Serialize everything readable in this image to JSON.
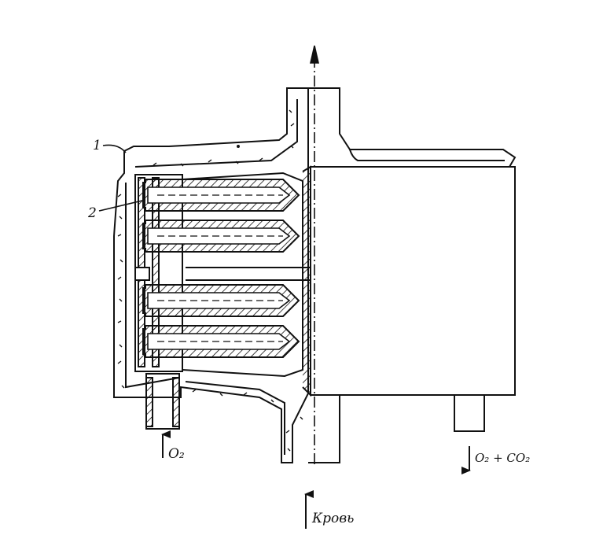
{
  "labels": {
    "callout_1": "1",
    "callout_2": "2",
    "inlet_oxygen": "O₂",
    "outlet_gas": "O₂ + CO₂",
    "blood": "Кровь"
  },
  "colors": {
    "ink": "#111111",
    "paper": "#ffffff"
  }
}
